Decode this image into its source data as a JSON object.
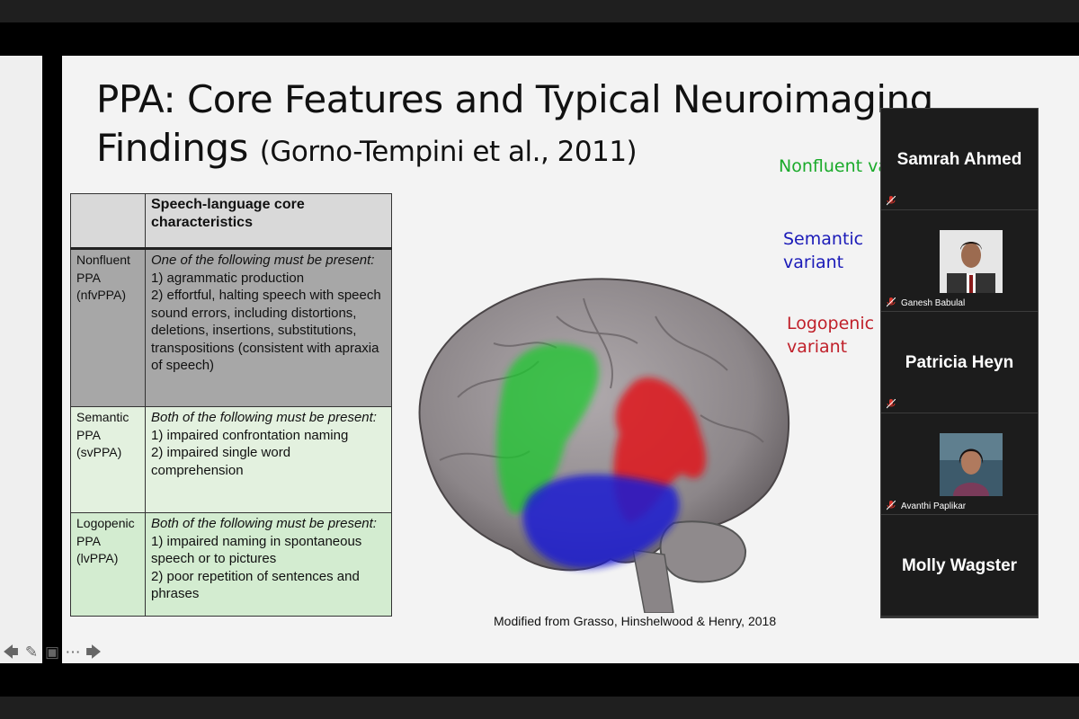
{
  "slide": {
    "title_main": "PPA: Core Features and Typical Neuroimaging Findings",
    "title_cite": "(Gorno-Tempini et al., 2011)",
    "table": {
      "header": "Speech-language core characteristics",
      "rows": [
        {
          "variant": "Nonfluent PPA (nfvPPA)",
          "lead": "One of the following must be present:",
          "items": [
            "1) agrammatic production",
            "2) effortful, halting speech with speech sound errors, including distortions, deletions, insertions, substitutions, transpositions (consistent with apraxia of speech)"
          ]
        },
        {
          "variant": "Semantic PPA (svPPA)",
          "lead": "Both of the following must be present:",
          "items": [
            "1) impaired confrontation naming",
            "2) impaired single word comprehension"
          ]
        },
        {
          "variant": "Logopenic PPA (lvPPA)",
          "lead": "Both of the following must be present:",
          "items": [
            "1) impaired naming in spontaneous speech or to pictures",
            "2) poor repetition of sentences and phrases"
          ]
        }
      ]
    },
    "legend": {
      "nonfluent": "Nonfluent va",
      "semantic": "Semantic variant",
      "logopenic": "Logopenic variant"
    },
    "caption": "Modified from Grasso, Hinshelwood & Henry, 2018"
  },
  "participants": [
    {
      "name": "Samrah Ahmed",
      "has_video": false
    },
    {
      "name": "Ganesh Babulal",
      "has_video": true
    },
    {
      "name": "Patricia Heyn",
      "has_video": false
    },
    {
      "name": "Avanthi Paplikar",
      "has_video": true
    },
    {
      "name": "Molly Wagster",
      "has_video": false
    }
  ],
  "colors": {
    "nonfluent": "#1aaa2a",
    "semantic": "#1a1ab8",
    "logopenic": "#c0202a",
    "mic_muted": "#d9342b"
  },
  "icons": [
    "prev-arrow-icon",
    "pen-icon",
    "slides-icon",
    "more-icon",
    "next-arrow-icon",
    "mic-muted-icon"
  ]
}
